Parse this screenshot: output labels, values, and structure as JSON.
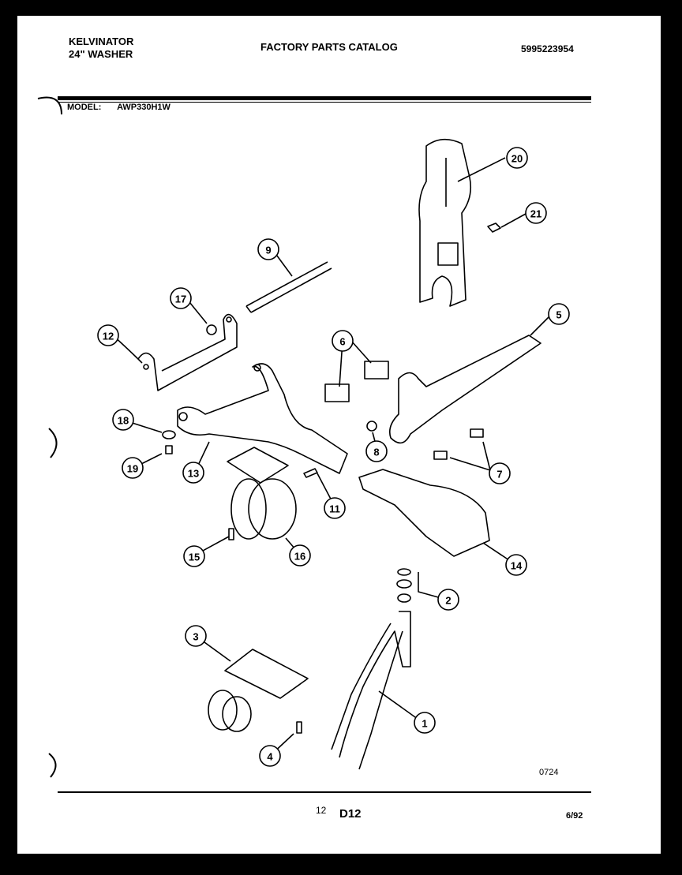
{
  "header": {
    "brand": "KELVINATOR",
    "product": "24\" WASHER",
    "catalog_title": "FACTORY PARTS CATALOG",
    "catalog_number": "5995223954",
    "model_label": "MODEL:",
    "model_number": "AWP330H1W"
  },
  "callouts": [
    {
      "label": "1"
    },
    {
      "label": "2"
    },
    {
      "label": "3"
    },
    {
      "label": "4"
    },
    {
      "label": "5"
    },
    {
      "label": "6"
    },
    {
      "label": "7"
    },
    {
      "label": "8"
    },
    {
      "label": "9"
    },
    {
      "label": "11"
    },
    {
      "label": "12"
    },
    {
      "label": "13"
    },
    {
      "label": "14"
    },
    {
      "label": "15"
    },
    {
      "label": "16"
    },
    {
      "label": "17"
    },
    {
      "label": "18"
    },
    {
      "label": "19"
    },
    {
      "label": "20"
    },
    {
      "label": "21"
    }
  ],
  "figure_code": "0724",
  "footer": {
    "page_number": "12",
    "section_code": "D12",
    "date": "6/92"
  }
}
